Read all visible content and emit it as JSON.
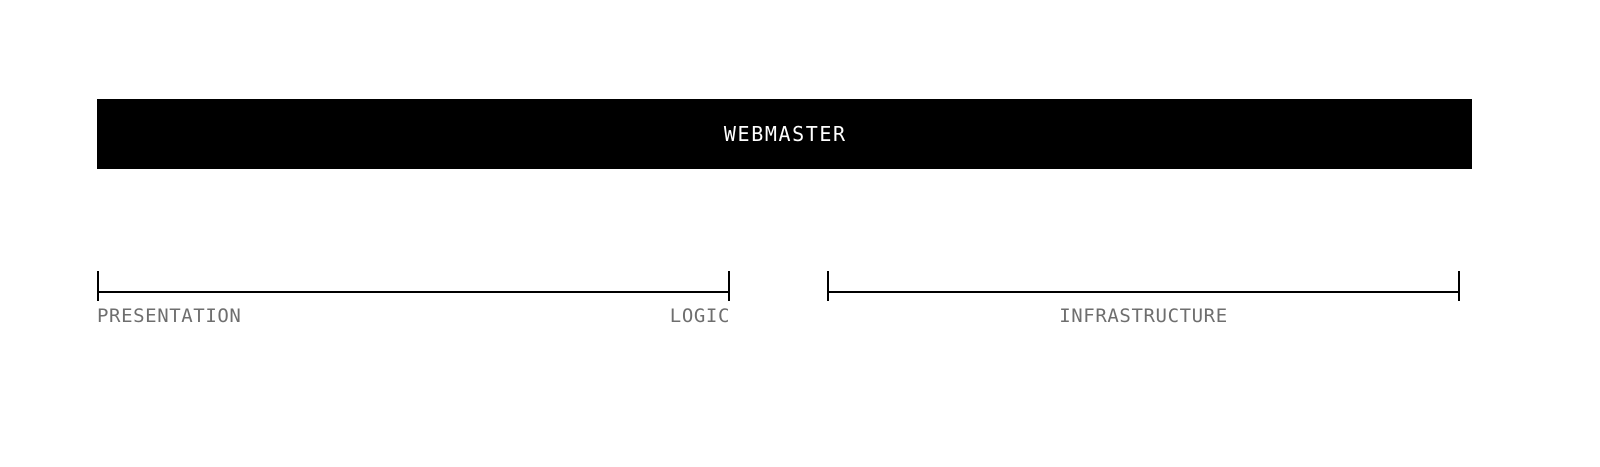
{
  "header": {
    "title": "WEBMASTER",
    "background_color": "#000000",
    "text_color": "#ffffff"
  },
  "diagram": {
    "background_color": "#ffffff",
    "line_color": "#000000",
    "label_color": "#6e6e6e",
    "spans": [
      {
        "id": "span-1",
        "start_label": "PRESENTATION",
        "end_label": "LOGIC",
        "label_alignment": "split"
      },
      {
        "id": "span-2",
        "center_label": "INFRASTRUCTURE",
        "label_alignment": "center"
      }
    ]
  }
}
